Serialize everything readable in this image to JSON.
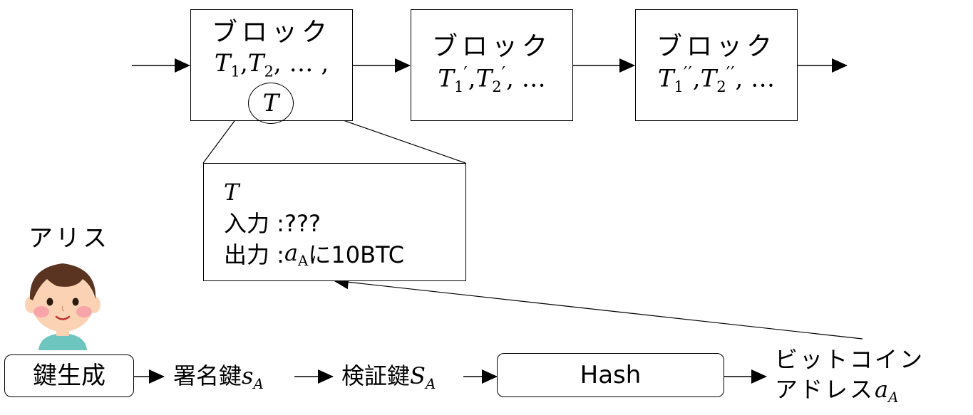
{
  "blocks": [
    {
      "title": "ブロック",
      "tx_list": [
        "T",
        "1",
        ",",
        "T",
        "2",
        ", … ,"
      ]
    },
    {
      "title": "ブロック",
      "tx_list": [
        "T",
        "1",
        "′",
        ",",
        "T",
        "2",
        "′",
        ", …"
      ]
    },
    {
      "title": "ブロック",
      "tx_list": [
        "T",
        "1",
        "′′",
        ",",
        "T",
        "2",
        "′′",
        ", …"
      ]
    }
  ],
  "highlighted_tx": "T",
  "tx_detail": {
    "title": "T",
    "input_label": "入力 : ",
    "input_value": "???",
    "output_label": "出力 : ",
    "output_address_var": "a",
    "output_address_sub": "A",
    "output_suffix": "に10BTC"
  },
  "alice": {
    "name": "アリス",
    "avatar_icon": "boy-face-icon"
  },
  "flow": {
    "keygen_label": "鍵生成",
    "signing_key_label": "署名鍵",
    "signing_key_var": "s",
    "signing_key_sub": "A",
    "verify_key_label": "検証鍵",
    "verify_key_var": "S",
    "verify_key_sub": "A",
    "hash_label": "Hash",
    "address_line1": "ビットコイン",
    "address_line2": "アドレス",
    "address_var": "a",
    "address_sub": "A"
  },
  "colors": {
    "line": "#000000",
    "skin": "#fbd3b4",
    "hair": "#5a3420",
    "cheek": "#f6a0a6",
    "shirt": "#6cc5be"
  }
}
